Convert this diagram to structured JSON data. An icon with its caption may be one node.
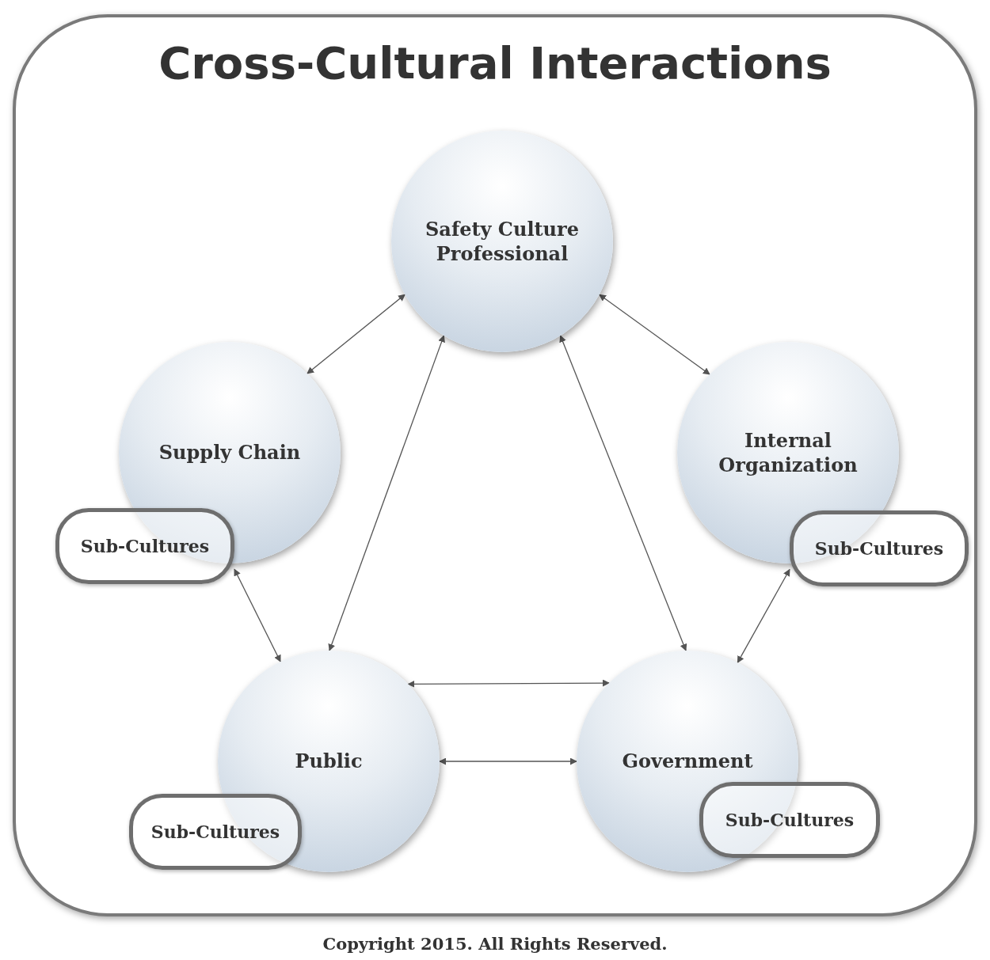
{
  "diagram": {
    "title": "Cross-Cultural Interactions",
    "caption": "Copyright 2015.  All Rights Reserved.",
    "nodes": [
      {
        "text": [
          "Safety Culture Professional"
        ]
      },
      {
        "text": [
          "Supply Chain"
        ]
      },
      {
        "text": [
          "Sub-Cultures"
        ]
      },
      {
        "text": [
          "Internal Organization"
        ]
      },
      {
        "text": [
          "Sub-Cultures"
        ]
      },
      {
        "text": [
          "Public"
        ]
      },
      {
        "text": [
          "Sub-Cultures"
        ]
      },
      {
        "text": [
          "Government"
        ]
      },
      {
        "text": [
          "Sub-Cultures"
        ]
      }
    ],
    "edges": [
      {
        "from": 0,
        "to": 1,
        "arrow": "both"
      },
      {
        "from": 0,
        "to": 3,
        "arrow": "both"
      },
      {
        "from": 0,
        "to": 5,
        "arrow": "both"
      },
      {
        "from": 0,
        "to": 7,
        "arrow": "both"
      },
      {
        "from": 2,
        "to": 5,
        "arrow": "both"
      },
      {
        "from": 4,
        "to": 7,
        "arrow": "both"
      },
      {
        "from": 5,
        "to": 7,
        "arrow": "both"
      },
      {
        "from": 5,
        "to": 7,
        "arrow": "both"
      }
    ]
  }
}
